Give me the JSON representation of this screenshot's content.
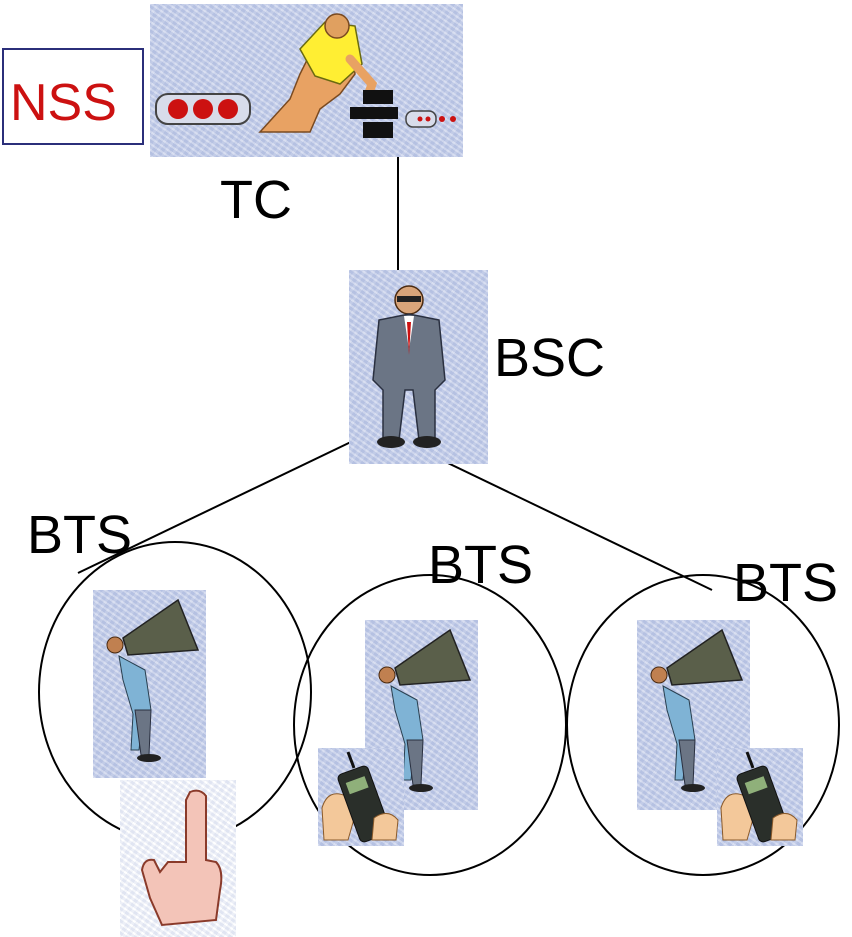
{
  "labels": {
    "nss": "NSS",
    "tc": "TC",
    "bsc": "BSC",
    "bts_left": "BTS",
    "bts_middle": "BTS",
    "bts_right": "BTS"
  },
  "colors": {
    "nss_text": "#cc1111",
    "nss_border": "#2b2f7a",
    "clipart_background": "#c3cde9",
    "lines": "#000000"
  },
  "icons": {
    "tc": "weightlifter-pushing-signal-icon",
    "bsc": "manager-in-suit-icon",
    "bts": "man-with-megaphone-icon",
    "mobile": "hand-holding-mobile-phone-icon",
    "pointer": "pointing-finger-icon"
  }
}
